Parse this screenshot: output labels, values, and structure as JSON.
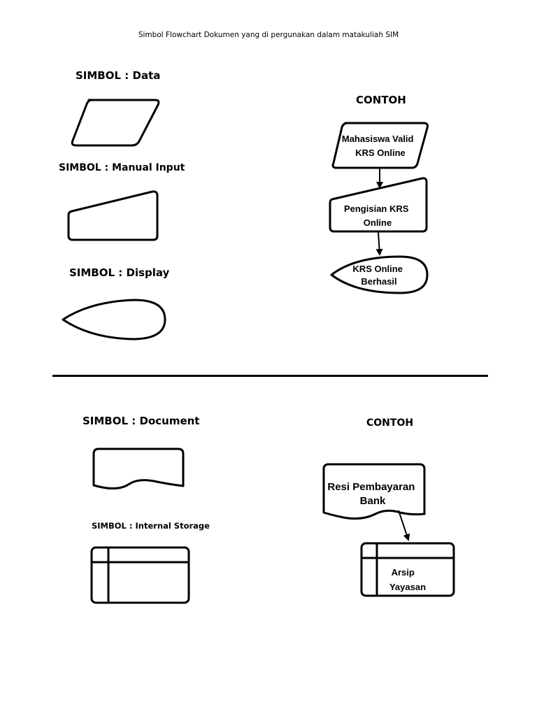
{
  "page_title": "Simbol Flowchart Dokumen yang di pergunakan dalam matakuliah SIM",
  "section1": {
    "symbol_data_label": "SIMBOL : Data",
    "symbol_manual_input_label": "SIMBOL : Manual Input",
    "symbol_display_label": "SIMBOL : Display",
    "example_heading": "CONTOH",
    "example_nodes": {
      "data_node": [
        "Mahasiswa Valid",
        "KRS Online"
      ],
      "manual_input_node": [
        "Pengisian KRS",
        "Online"
      ],
      "display_node": [
        "KRS Online",
        "Berhasil"
      ]
    }
  },
  "section2": {
    "symbol_document_label": "SIMBOL : Document",
    "symbol_internal_storage_label": "SIMBOL : Internal Storage",
    "example_heading": "CONTOH",
    "example_nodes": {
      "document_node": [
        "Resi Pembayaran",
        "Bank"
      ],
      "storage_node": [
        "Arsip",
        "Yayasan"
      ]
    }
  }
}
